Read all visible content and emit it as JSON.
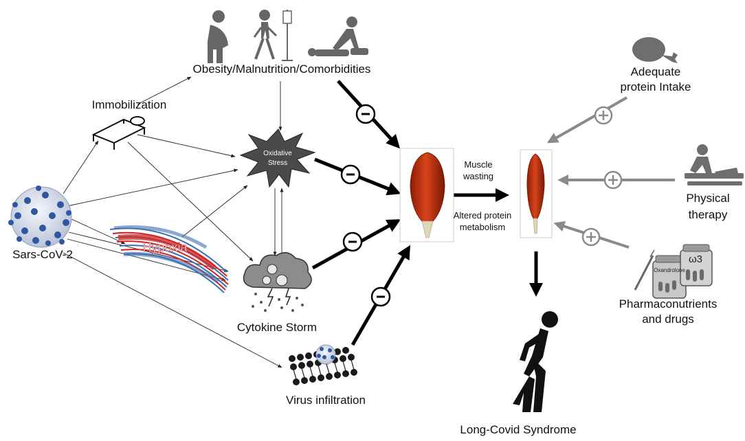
{
  "nodes": {
    "sars_cov_2": "Sars-CoV-2",
    "immobilization": "Immobilization",
    "comorbidities": "Obesity/Malnutrition/Comorbidities",
    "oxidative_stress_line1": "Oxidative",
    "oxidative_stress_line2": "Stress",
    "hypoxia": "Hypoxia",
    "cytokine_storm": "Cytokine Storm",
    "virus_infiltration": "Virus infiltration",
    "muscle_wasting_line1": "Muscle",
    "muscle_wasting_line2": "wasting",
    "altered_protein_line1": "Altered protein",
    "altered_protein_line2": "metabolism",
    "long_covid": "Long-Covid Syndrome",
    "protein_intake_line1": "Adequate",
    "protein_intake_line2": "protein Intake",
    "physical_therapy_line1": "Physical",
    "physical_therapy_line2": "therapy",
    "pharma_line1": "Pharmaconutrients",
    "pharma_line2": "and drugs",
    "bottle_label_1": "Oxandrolone",
    "bottle_label_2": "ω3"
  },
  "signs": {
    "negative": "−",
    "positive": "+"
  },
  "colors": {
    "arrow_thin": "#222222",
    "arrow_thick": "#000000",
    "arrow_positive": "#8a8a8a",
    "muscle": "#c0350f",
    "hypoxia_red": "#d42020",
    "hypoxia_blue": "#3a6fb0",
    "icon_gray": "#6e6e6e"
  }
}
